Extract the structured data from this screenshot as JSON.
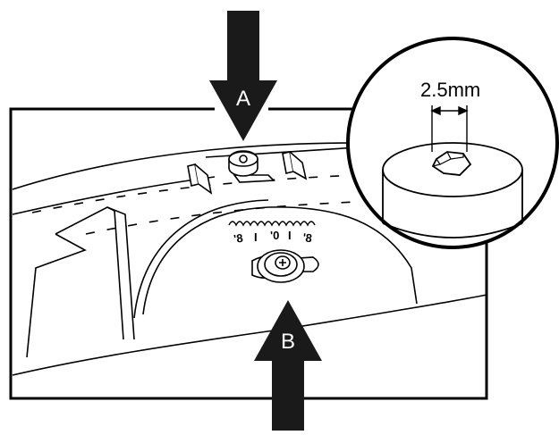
{
  "labels": {
    "arrow_a": "A",
    "arrow_b": "B",
    "dimension": "2.5mm"
  },
  "scale_marks": [
    "'8",
    "I",
    "'0",
    "I",
    "'8"
  ],
  "colors": {
    "arrow_fill": "#1a1a1a",
    "line": "#000000",
    "background": "#ffffff",
    "label_text": "#ffffff"
  },
  "icons": [
    "hex-socket-icon",
    "knob-icon",
    "adjustment-screw-icon"
  ]
}
